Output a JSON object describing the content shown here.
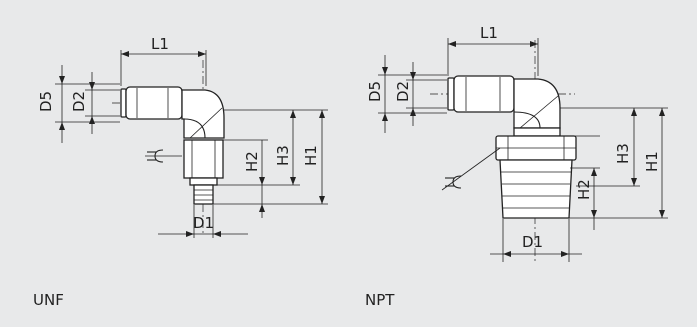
{
  "left_drawing": {
    "caption": "UNF",
    "labels": {
      "L1": "L1",
      "D5": "D5",
      "D2": "D2",
      "H1": "H1",
      "H2": "H2",
      "H3": "H3",
      "D1": "D1"
    }
  },
  "right_drawing": {
    "caption": "NPT",
    "labels": {
      "L1": "L1",
      "D5": "D5",
      "D2": "D2",
      "H1": "H1",
      "H2": "H2",
      "H3": "H3",
      "D1": "D1"
    }
  },
  "colors": {
    "background": "#e8e9ea",
    "line": "#222222",
    "part_fill": "#ffffff"
  },
  "icons": [
    "wrench-icon"
  ]
}
